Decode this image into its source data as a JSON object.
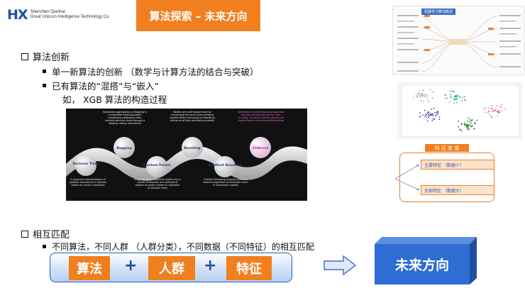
{
  "logo": {
    "mark": "HX",
    "name_line1": "Shenzhen Qianhai",
    "name_line2": "Great Unicorn Intelligence Technology Co."
  },
  "banner": {
    "title": "算法探索 – 未来方向"
  },
  "section1": {
    "heading": "算法创新",
    "bullets": [
      "单一新算法的创新 （数学与计算方法的结合与突破）",
      "已有算法的“混搭”与“嵌入”"
    ],
    "example": "如， XGB 算法的构造过程"
  },
  "diagram": {
    "nodes": [
      "Decision Trees",
      "Bagging",
      "Random Forest",
      "Boosting",
      "Gradient Boosting",
      "XGBoost"
    ],
    "captions": [
      "Bootstrap aggregating or Bagging is a ensemble meta-algorithm combining predictions from multiple-decision trees through a majority voting mechanism",
      "Models are built sequentially by minimizing the errors from previous models while increasing (or boosting) influence of high-performing models",
      "Optimized Gradient Boosting algorithm through parallel processing, tree-pruning, handling missing values and regularization to avoid overfitting/bias",
      "A graphical representation of possible solutions to a decision based on certain conditions",
      "Bagging-based algorithm where only a subset of features are selected at random to build a forest or collection of decision trees",
      "Gradient Boosting employs gradient descent algorithm to minimize errors in sequential models"
    ]
  },
  "section2": {
    "heading": "相互匹配",
    "bullet": "不同算法，不同人群 （人群分类），不同数据（不同特征）的相互匹配"
  },
  "formula": {
    "items": [
      "算法",
      "人群",
      "特征"
    ],
    "plus": "+",
    "result": "未来方向"
  },
  "right_thumbs": {
    "mindmap_title": "机器学习算法概述",
    "feature_title": "特 征 变 量",
    "feature_main": "主要特征 （数据少）",
    "feature_all": "全部特征 （数据大）"
  },
  "colors": {
    "accent_orange": "#f07f1f",
    "accent_blue": "#2f6cd3",
    "xgb_magenta": "#c0289a"
  }
}
